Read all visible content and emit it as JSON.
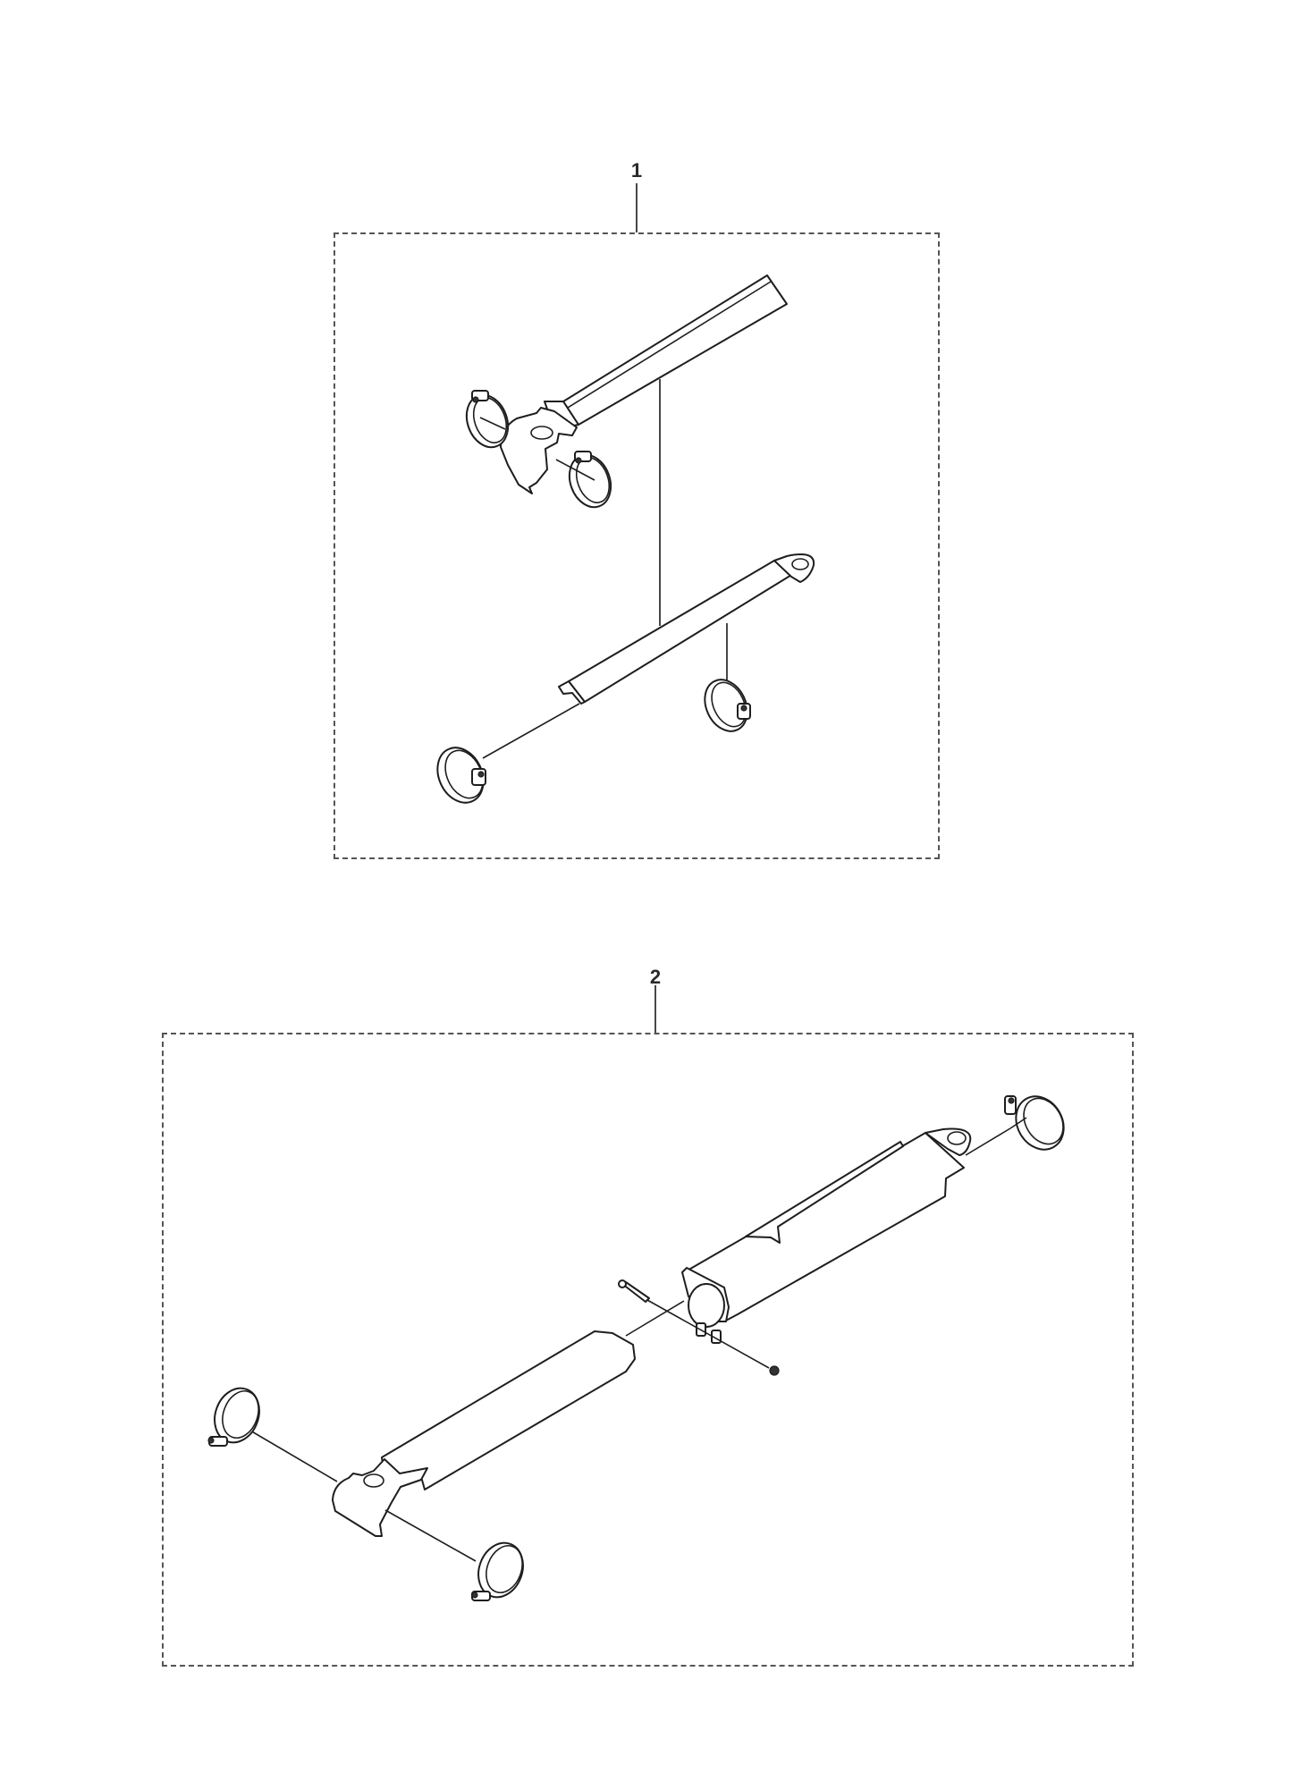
{
  "diagram": {
    "type": "exploded-parts-view",
    "colors": {
      "line": "#1e1e1e",
      "box_border": "#555555",
      "background": "#ffffff"
    },
    "kits": [
      {
        "callout": "1",
        "parts": [
          "upper-guard-tube",
          "lower-guard-tube-with-eyelet",
          "hose-clamp",
          "hose-clamp",
          "hose-clamp",
          "hose-clamp"
        ]
      },
      {
        "callout": "2",
        "parts": [
          "front-shield-housing-with-eyelet",
          "rear-shield-tube",
          "hose-clamp",
          "hose-clamp",
          "hose-clamp",
          "bolt",
          "nut"
        ]
      }
    ]
  }
}
